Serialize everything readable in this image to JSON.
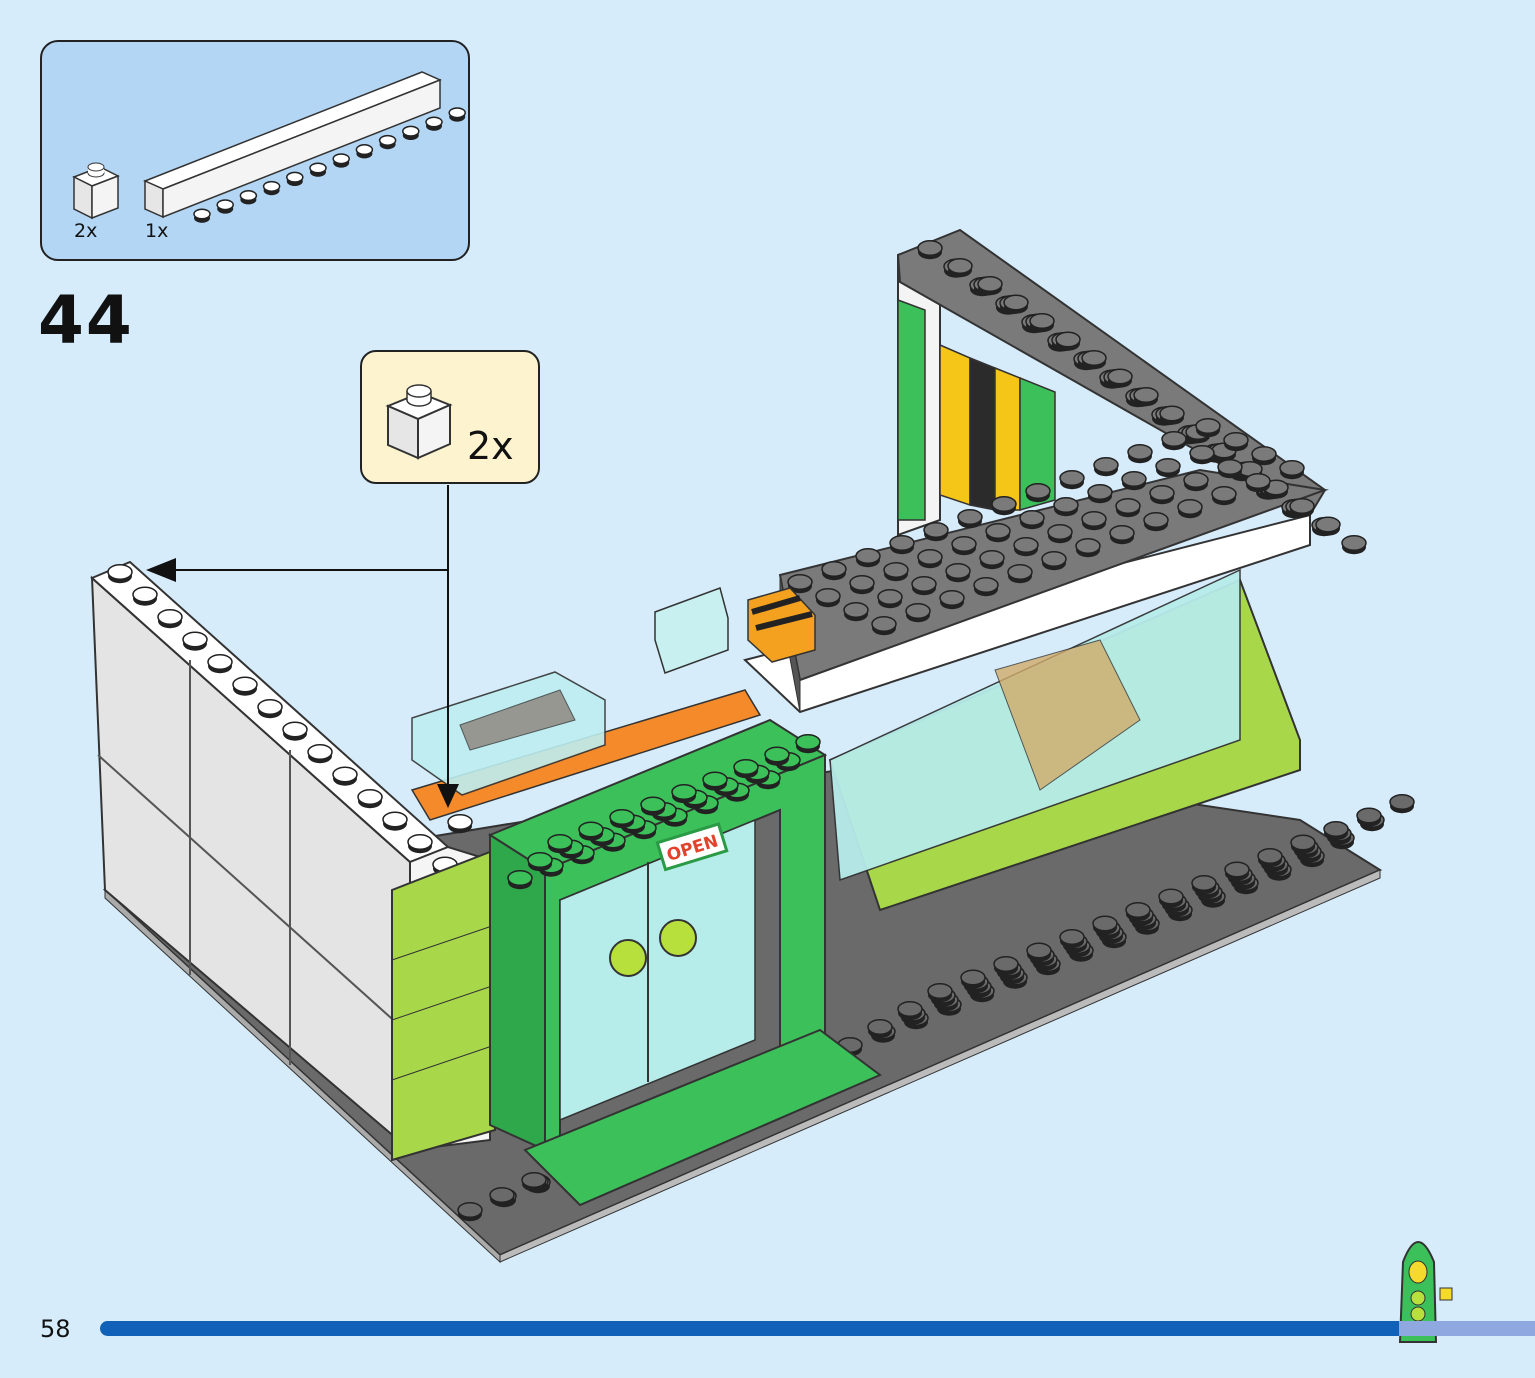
{
  "parts_list": {
    "items": [
      {
        "quantity": "2x",
        "part": "white-brick-1x1-icon"
      },
      {
        "quantity": "1x",
        "part": "white-brick-1x12-icon"
      }
    ]
  },
  "step": {
    "number": "44"
  },
  "callout": {
    "quantity": "2x",
    "part": "white-brick-1x1-icon"
  },
  "sign": {
    "text": "OPEN"
  },
  "footer": {
    "page_number": "58",
    "progress": 0.905
  },
  "colors": {
    "background": "#d6ecfb",
    "parts_box": "#b3d6f4",
    "callout_box": "#fdf4cf",
    "progress_fill": "#1161b8",
    "progress_track": "#8fa8e0",
    "bright_green": "#3cc05a",
    "lime": "#a8d84a",
    "dark_gray": "#5b5b5b"
  }
}
